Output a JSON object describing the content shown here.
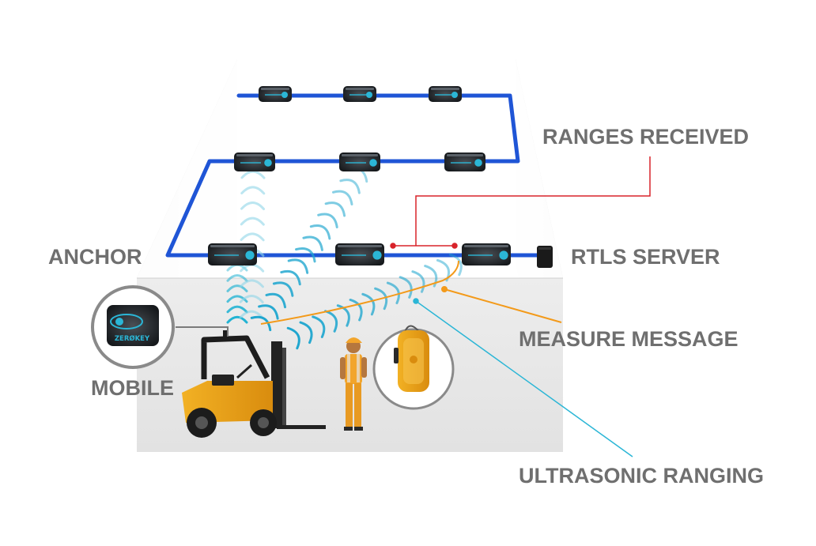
{
  "labels": {
    "ranges_received": "RANGES RECEIVED",
    "anchor": "ANCHOR",
    "rtls_server": "RTLS SERVER",
    "mobile": "MOBILE",
    "measure_message": "MEASURE MESSAGE",
    "ultrasonic_ranging": "ULTRASONIC RANGING"
  },
  "device_logo": "ZERØKEY",
  "colors": {
    "network_line": "#1f55d6",
    "ranges_line": "#d8232a",
    "measure_line": "#f39a1a",
    "ultrasonic_line": "#2bb6d6",
    "label_text": "#6f6f6f",
    "room_wall": "#d9d9d9",
    "room_floor": "#ececec",
    "forklift": "#f2a52c"
  },
  "icons": [
    "anchor-device-icon",
    "rtls-server-icon",
    "forklift-icon",
    "worker-icon",
    "mobile-tag-icon",
    "zerokey-device-icon"
  ]
}
